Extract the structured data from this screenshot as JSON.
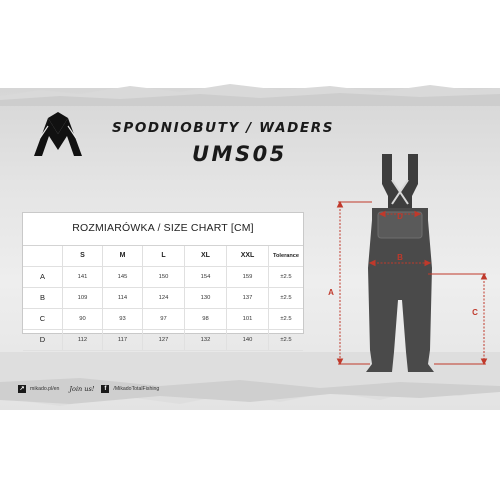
{
  "header": {
    "title_line1": "SPODNIOBUTY / WADERS",
    "title_line2": "UMS05",
    "logo_icon": "mikado-m-logo-icon"
  },
  "size_chart": {
    "title": "ROZMIARÓWKA / SIZE CHART [CM]",
    "columns": [
      "",
      "S",
      "M",
      "L",
      "XL",
      "XXL",
      "Tolerance"
    ],
    "rows": [
      {
        "label": "A",
        "values": [
          "141",
          "145",
          "150",
          "154",
          "159",
          "±2.5"
        ]
      },
      {
        "label": "B",
        "values": [
          "109",
          "114",
          "124",
          "130",
          "137",
          "±2.5"
        ]
      },
      {
        "label": "C",
        "values": [
          "90",
          "93",
          "97",
          "98",
          "101",
          "±2.5"
        ]
      },
      {
        "label": "D",
        "values": [
          "112",
          "117",
          "127",
          "132",
          "140",
          "±2.5"
        ]
      }
    ]
  },
  "diagram": {
    "labels": [
      "A",
      "B",
      "C",
      "D"
    ],
    "accent_color": "#c0392b"
  },
  "footer": {
    "website": "mikado.pl/en",
    "signature": "Join us!",
    "facebook": "/MikadoTotalFishing",
    "icons": [
      "link-icon",
      "facebook-icon"
    ]
  }
}
